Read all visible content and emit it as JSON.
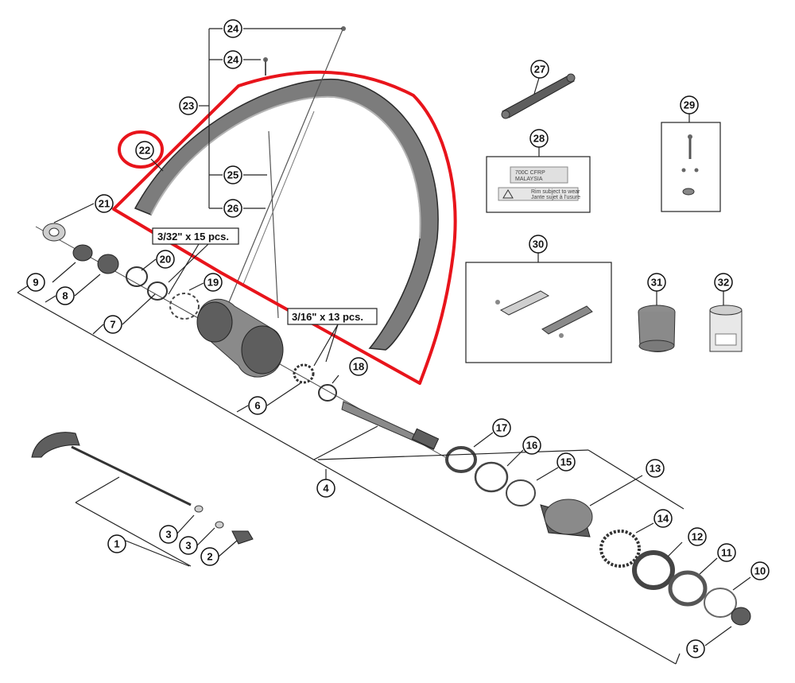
{
  "callouts": {
    "c1": "1",
    "c2": "2",
    "c3a": "3",
    "c3b": "3",
    "c4": "4",
    "c5": "5",
    "c6": "6",
    "c7": "7",
    "c8": "8",
    "c9": "9",
    "c10": "10",
    "c11": "11",
    "c12": "12",
    "c13": "13",
    "c14": "14",
    "c15": "15",
    "c16": "16",
    "c17": "17",
    "c18": "18",
    "c19": "19",
    "c20": "20",
    "c21": "21",
    "c22": "22",
    "c23": "23",
    "c24a": "24",
    "c24b": "24",
    "c25": "25",
    "c26": "26",
    "c27": "27",
    "c28": "28",
    "c29": "29",
    "c30": "30",
    "c31": "31",
    "c32": "32"
  },
  "quantities": {
    "bearings_small": "3/32\" x 15 pcs.",
    "bearings_large": "3/16\" x 13 pcs."
  },
  "label_28": {
    "line1": "700C CFRP",
    "line2": "MALAYSIA",
    "warn1": "Rim subject to wear",
    "warn2": "Jante sujet à l'usure"
  },
  "colors": {
    "highlight": "#e8141b",
    "line": "#222222"
  }
}
